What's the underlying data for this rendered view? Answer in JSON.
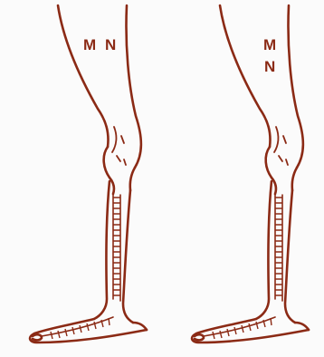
{
  "diagram": {
    "stroke_color": "#8b2a15",
    "panels": [
      {
        "labels": [
          "M",
          "N"
        ]
      },
      {
        "labels": [
          "M",
          "N"
        ]
      }
    ]
  }
}
